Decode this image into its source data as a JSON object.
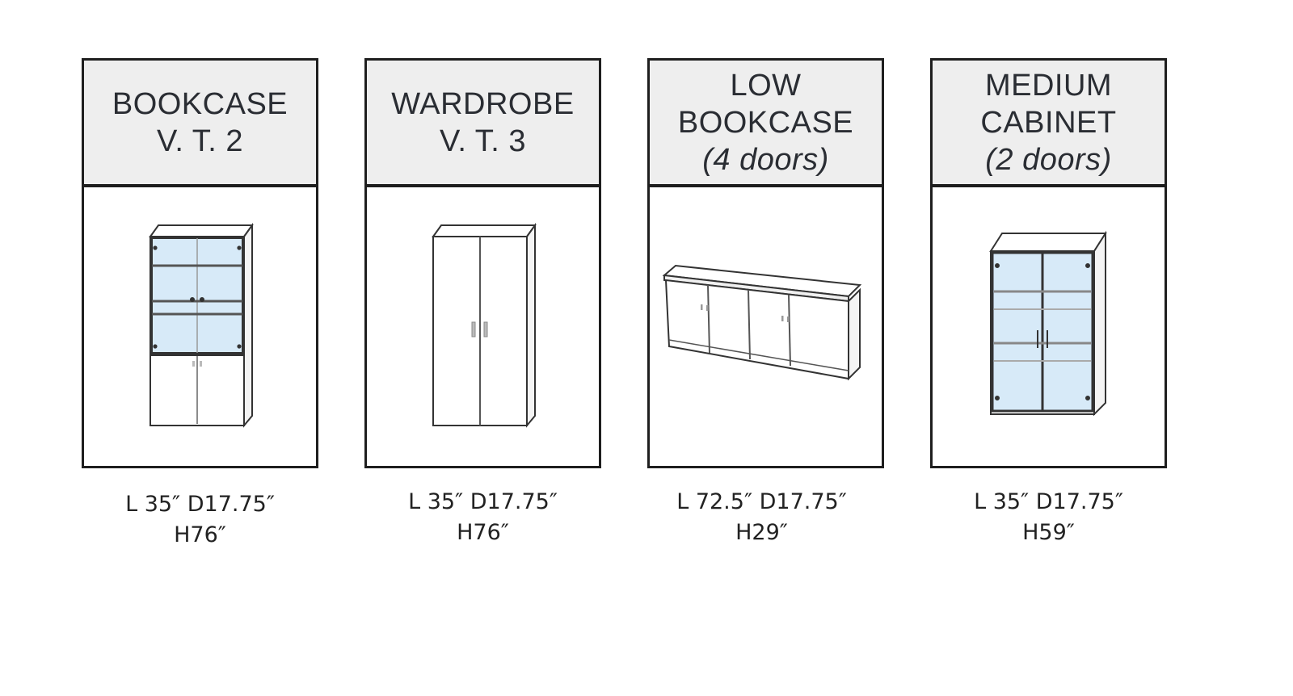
{
  "colors": {
    "border": "#1e1e1e",
    "header_bg": "#eeeeee",
    "header_text": "#2a2d33",
    "glass": "#d7eaf8"
  },
  "products": [
    {
      "name_line1": "BOOKCASE",
      "name_line2": "V. T. 2",
      "name_line3": "",
      "dims_line1": "L 35″ D17.75″",
      "dims_line2": "H76″",
      "illustration": "glass-bookcase-icon"
    },
    {
      "name_line1": "WARDROBE",
      "name_line2": "V. T. 3",
      "name_line3": "",
      "dims_line1": "L 35″ D17.75″",
      "dims_line2": "H76″",
      "illustration": "wardrobe-icon"
    },
    {
      "name_line1": "LOW",
      "name_line2": "BOOKCASE",
      "name_line3": "(4 doors)",
      "dims_line1": "L 72.5″ D17.75″",
      "dims_line2": "H29″",
      "illustration": "low-cabinet-icon"
    },
    {
      "name_line1": "MEDIUM",
      "name_line2": "CABINET",
      "name_line3": "(2 doors)",
      "dims_line1": "L 35″ D17.75″",
      "dims_line2": "H59″",
      "illustration": "glass-cabinet-icon"
    }
  ]
}
